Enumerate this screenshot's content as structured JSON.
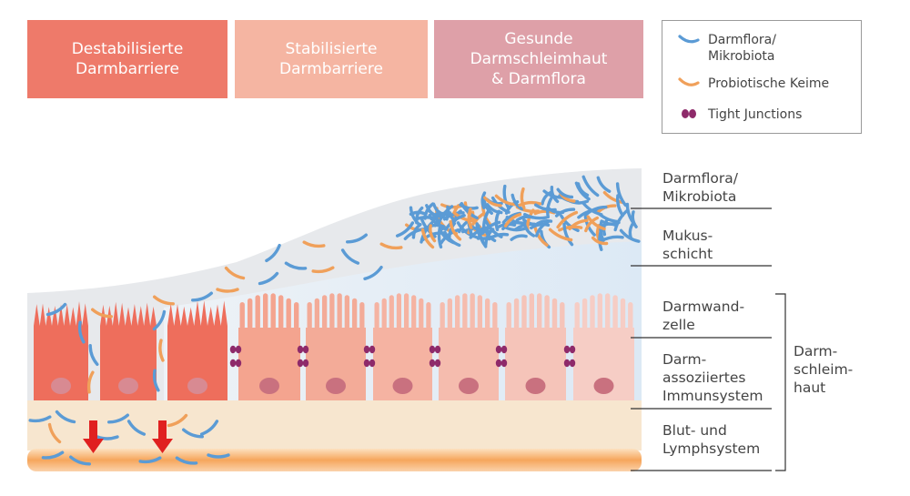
{
  "headers": [
    {
      "lines": [
        "Destabilisierte",
        "Darmbarriere"
      ],
      "color": "#ee7a6a"
    },
    {
      "lines": [
        "Stabilisierte",
        "Darmbarriere"
      ],
      "color": "#f5b5a2"
    },
    {
      "lines": [
        "Gesunde",
        "Darmschleimhaut",
        "& Darmflora"
      ],
      "color": "#dea0a8"
    }
  ],
  "legend": [
    {
      "icon": "blue-bacteria-icon",
      "color": "#5b9bd5",
      "lines": [
        "Darmflora/",
        "Mikrobiota"
      ]
    },
    {
      "icon": "orange-bacteria-icon",
      "color": "#f0a05a",
      "lines": [
        "Probiotische Keime"
      ]
    },
    {
      "icon": "tight-junction-icon",
      "color": "#8e2a6a",
      "lines": [
        "Tight Junctions"
      ]
    }
  ],
  "layer_labels": [
    {
      "lines": [
        "Darmflora/",
        "Mikrobiota"
      ]
    },
    {
      "lines": [
        "Mukus-",
        "schicht"
      ]
    },
    {
      "lines": [
        "Darmwand-",
        "zelle"
      ]
    },
    {
      "lines": [
        "Darm-",
        "assoziiertes",
        "Immunsystem"
      ]
    },
    {
      "lines": [
        "Blut- und",
        "Lymphsystem"
      ]
    }
  ],
  "bracket_label": {
    "lines": [
      "Darm-",
      "schleim-",
      "haut"
    ]
  },
  "colors": {
    "bacteria_blue": "#5b9bd5",
    "bacteria_orange": "#f0a05a",
    "tight_junction": "#8e2a6a",
    "mucus": "#e7e9ec",
    "mucus_inner": "#e3eef8",
    "tissue": "#f7e6cf",
    "blood": "#f5a55e",
    "arrow": "#e02020"
  }
}
